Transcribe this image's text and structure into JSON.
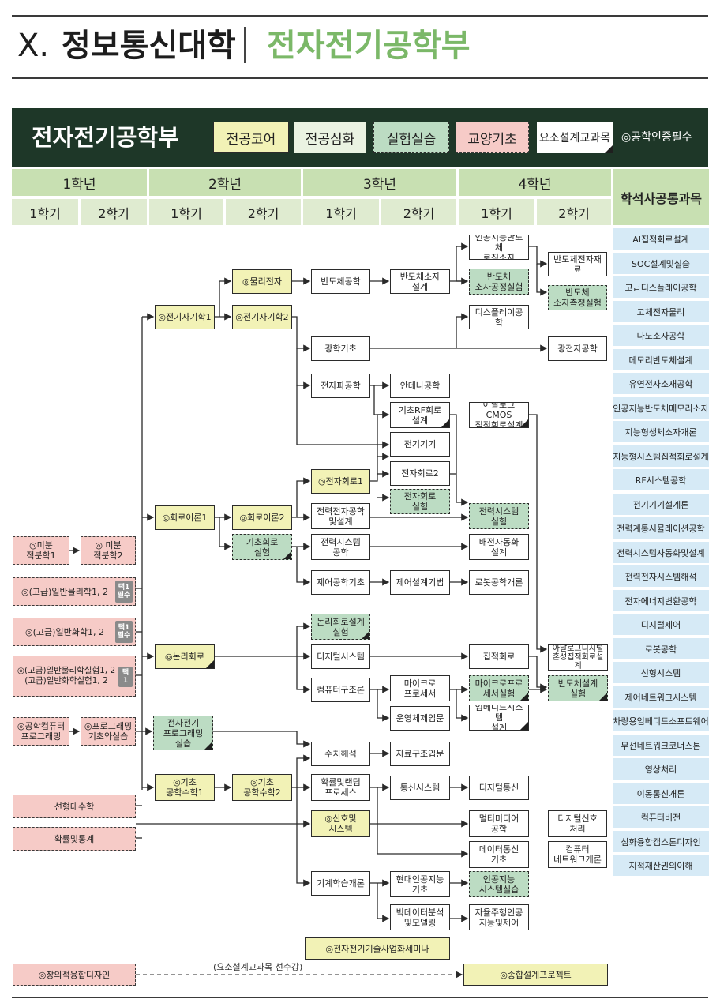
{
  "header": {
    "roman": "X.",
    "college": "정보통신대학",
    "department": "전자전기공학부"
  },
  "banner": {
    "title": "전자전기공학부",
    "legend": [
      "전공코어",
      "전공심화",
      "실험실습",
      "교양기초",
      "요소설계교과목"
    ],
    "certification": "◎공학인증필수"
  },
  "years": [
    "1학년",
    "2학년",
    "3학년",
    "4학년"
  ],
  "semesters": [
    "1학기",
    "2학기",
    "1학기",
    "2학기",
    "1학기",
    "2학기",
    "1학기",
    "2학기"
  ],
  "grad_header": "학석사공통과목",
  "grad_courses": [
    "AI집적회로설계",
    "SOC설계및실습",
    "고급디스플레이공학",
    "고체전자물리",
    "나노소자공학",
    "메모리반도체설계",
    "유연전자소재공학",
    "인공지능반도체메모리소자",
    "지능형생체소자개론",
    "지능형시스템집적회로설계",
    "RF시스템공학",
    "전기기기설계론",
    "전력계통시뮬레이션공학",
    "전력시스템자동화및설계",
    "전력전자시스템해석",
    "전자에너지변환공학",
    "디지털제어",
    "로봇공학",
    "선형시스템",
    "제어네트워크시스템",
    "차량용임베디드소프트웨어",
    "무선네트워크코너스톤",
    "영상처리",
    "이동통신개론",
    "컴퓨터비전",
    "심화융합캡스톤디자인",
    "지적재산권의이해"
  ],
  "tags": {
    "t1": "택1\n필수",
    "t2": "택1\n필수",
    "t3": "택\n1"
  },
  "courses": {
    "c_ai_logic": "인공지능반도체\n로직소자",
    "c_physelec": "◎물리전자",
    "c_semi_eng": "반도체공학",
    "c_semi_dev": "반도체소자\n설계",
    "c_semi_proc_lab": "반도체\n소자공정실험",
    "c_semi_mat": "반도체전자재료",
    "c_semi_meas_lab": "반도체\n소자측정실험",
    "c_em1": "◎전기자기학1",
    "c_em2": "◎전기자기학2",
    "c_display": "디스플레이공학",
    "c_optics": "광학기초",
    "c_photonics": "광전자공학",
    "c_emwave": "전자파공학",
    "c_antenna": "안테나공학",
    "c_rf": "기초RF회로\n설계",
    "c_analog_cmos": "아날로그CMOS\n집적회로설계",
    "c_machines": "전기기기",
    "c_ec1": "◎전자회로1",
    "c_ec2": "전자회로2",
    "c_ec_lab": "전자회로\n실험",
    "c_power_elec": "전력전자공학\n및설계",
    "c_power_lab": "전력시스템\n실험",
    "c_ct1": "◎회로이론1",
    "c_ct2": "◎회로이론2",
    "c_basic_lab": "기초회로\n실험",
    "c_power_sys": "전력시스템\n공학",
    "c_distribution": "배전자동화\n설계",
    "c_calc1": "◎미분\n적분학1",
    "c_calc2": "◎ 미분\n적분학2",
    "c_control": "제어공학기초",
    "c_control_design": "제어설계기법",
    "c_robotics": "로봇공학개론",
    "c_physics": "◎(고급)일반물리학1, 2",
    "c_logic_lab": "논리회로설계\n실험",
    "c_chem": "◎(고급)일반화학1, 2",
    "c_logic": "◎논리회로",
    "c_digital_sys": "디지털시스템",
    "c_ic": "집적회로",
    "c_mixed": "아날로그디지털\n혼성집적회로설계",
    "c_labs12": "◎(고급)일반물리학실험1, 2\n(고급)일반화학실험1, 2",
    "c_arch": "컴퓨터구조론",
    "c_micro": "마이크로\n프로세서",
    "c_micro_lab": "마이크로프로\n세서실험",
    "c_semi_design_lab": "반도체설계\n실험",
    "c_eng_comp": "◎공학컴퓨터\n프로그래밍",
    "c_prog_lab": "◎프로그래밍\n기초와실습",
    "c_ee_prog": "전자전기\n프로그래밍\n실습",
    "c_os": "운영체제입문",
    "c_embedded": "임베디드시스템\n설계",
    "c_numerical": "수치해석",
    "c_data_struct": "자료구조입문",
    "c_eng_math1": "◎기초\n공학수학1",
    "c_eng_math2": "◎기초\n공학수학2",
    "c_prob": "확률및랜덤\n프로세스",
    "c_comm_sys": "통신시스템",
    "c_dig_comm": "디지털통신",
    "c_linear_alg": "선형대수학",
    "c_signals": "◎신호및\n시스템",
    "c_multimedia": "멀티미디어\n공학",
    "c_dsp": "디지털신호\n처리",
    "c_stats": "확률및통계",
    "c_data_comm": "데이터통신\n기초",
    "c_networks": "컴퓨터\n네트워크개론",
    "c_ml": "기계학습개론",
    "c_ai_basic": "현대인공지능\n기초",
    "c_ai_lab": "인공지능\n시스템실습",
    "c_bigdata": "빅데이터분석\n및모델링",
    "c_autonomous": "자율주행인공\n지능및제어",
    "c_seminar": "◎전자전기기술사업화세미나",
    "c_creative": "◎창의적융합디자인",
    "c_capstone": "◎종합설계프로젝트"
  },
  "prereq_note": "(요소설계교과목 선수강)",
  "colors": {
    "core": "#f2f2b6",
    "advanced": "#ffffff",
    "lab": "#bcdcc3",
    "general": "#f6cbc7",
    "banner": "#1e3728",
    "dept": "#7bb868"
  }
}
